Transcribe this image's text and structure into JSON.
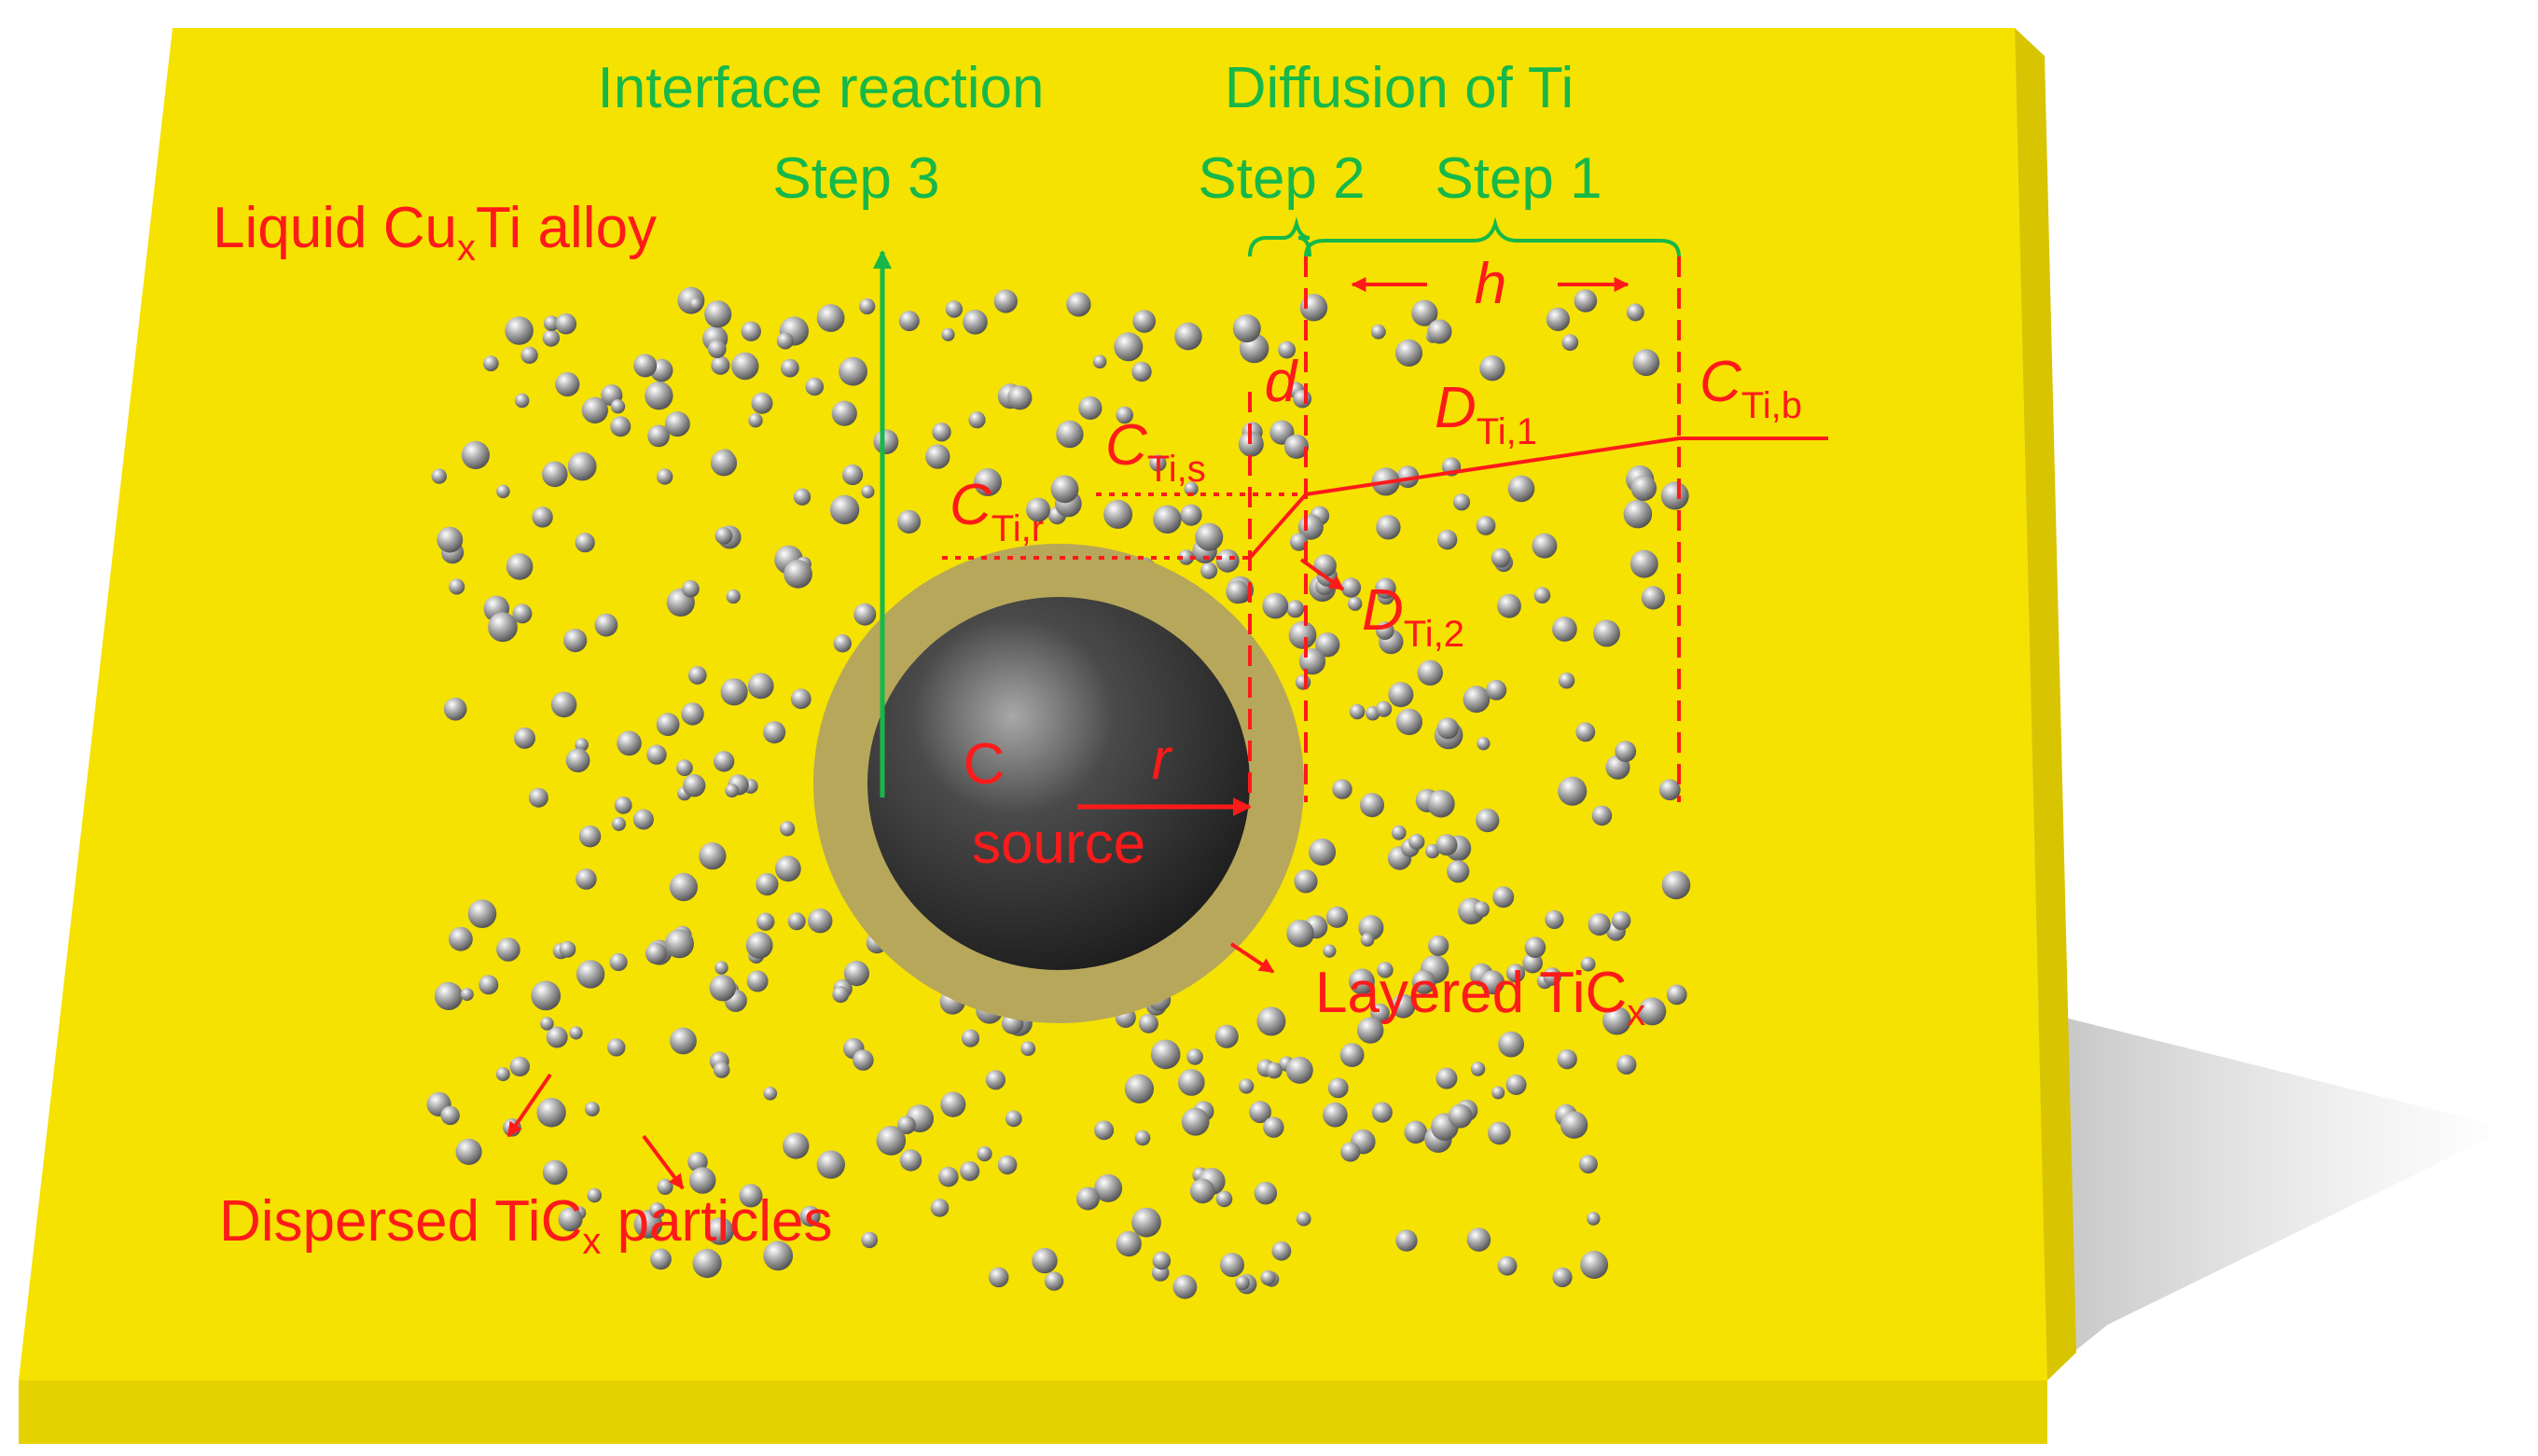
{
  "labels": {
    "interface_reaction": "Interface reaction",
    "diffusion_of_ti": "Diffusion of Ti",
    "step3": "Step 3",
    "step2": "Step 2",
    "step1": "Step 1",
    "liquid_alloy_main": "Liquid Cu",
    "liquid_alloy_sub": "x",
    "liquid_alloy_tail": "Ti alloy",
    "h": "h",
    "d": "d",
    "r": "r",
    "c_source_1": "C",
    "c_source_2": "source",
    "c_ti_b_main": "C",
    "c_ti_b_sub": "Ti,b",
    "c_ti_s_main": "C",
    "c_ti_s_sub": "Ti,s",
    "c_ti_r_main": "C",
    "c_ti_r_sub": "Ti,r",
    "d_ti1_main": "D",
    "d_ti1_sub": "Ti,1",
    "d_ti2_main": "D",
    "d_ti2_sub": "Ti,2",
    "layered_main": "Layered TiC",
    "layered_sub": "x",
    "dispersed_main": "Dispersed TiC",
    "dispersed_sub": "x",
    "dispersed_tail": " particles"
  },
  "colors": {
    "slab_top": "#f5e200",
    "slab_side": "#e3cf00",
    "label_red": "#ff1a1a",
    "label_green": "#16b84a",
    "layer_ring": "#b7a75a",
    "c_source": "#2b2b2b",
    "particle": "#9a9a9a"
  }
}
